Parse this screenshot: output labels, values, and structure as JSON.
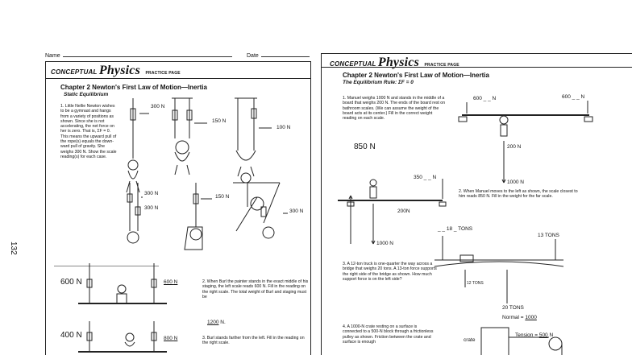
{
  "page_number": "132",
  "left": {
    "name_label": "Name",
    "date_label": "Date",
    "brand_conceptual": "CONCEPTUAL",
    "brand_physics": "Physics",
    "brand_practice": "PRACTICE PAGE",
    "chapter_title": "Chapter 2  Newton's First Law of Motion—Inertia",
    "subtitle": "Static Equilibrium",
    "q1_text": "1. Little Nellie Newton wishes to be a gymnast and hangs from a variety of positions as shown. Since she is not accelerating, the net force on her is zero. That is, ΣF = 0. This means the upward pull of the rope(s) equals the down-ward pull of gravity. She weighs 300 N. Show the scale reading(s) for each case.",
    "scale_300_a": "300",
    "scale_150_a": "150",
    "scale_100": "100",
    "scale_300_b": "300",
    "scale_300_c": "300",
    "scale_150_b": "150",
    "scale_300_d": "300",
    "unit_n": "N",
    "hand_600": "600 N",
    "hand_600_right": "600",
    "hand_400": "400 N",
    "hand_800": "800",
    "q2_text": "2. When Burl the painter stands in the exact middle of his staging, the left scale reads 600 N. Fill in the reading on the right scale. The total weight of Burl and staging must be",
    "q2_answer": "1200",
    "q2_answer_unit": "N.",
    "q3_text": "3. Burl stands farther from the left. Fill in the reading on the right scale."
  },
  "right": {
    "brand_conceptual": "CONCEPTUAL",
    "brand_physics": "Physics",
    "brand_practice": "PRACTICE PAGE",
    "chapter_title": "Chapter 2  Newton's First Law of Motion—Inertia",
    "subtitle": "The Equilibrium Rule: ΣF = 0",
    "q1_text": "1. Manuel weighs 1000 N and stands in the middle of a board that weighs 200 N. The ends of the board rest on bathroom scales. (We can assume the weight of the board acts at its center.) Fill in the correct weight reading on each scale.",
    "scale_600_a": "600",
    "scale_600_b": "600",
    "unit_n": "N",
    "hand_850": "850 N",
    "hand_200_a": "200 N",
    "hand_1000_a": "1000 N",
    "scale_350": "350",
    "hand_200_b": "200N",
    "hand_1000_b": "1000 N",
    "q2_text": "2. When Manuel moves to the left as shown, the scale closest to him reads 850 N. Fill in the weight for the far scale.",
    "tons_label": "_ _ 18 _ TONS",
    "tons_13": "13 TONS",
    "tons_12": "12 TONS",
    "tons_20": "20 TONS",
    "q3_text": "3. A 12-ton truck is one-quarter the way across a bridge that weighs 20 tons. A 13-ton force supports the right side of the bridge as shown. How much support force is on the left side?",
    "normal_label": "Normal",
    "normal_value": "1000",
    "tension_label": "Tension",
    "tension_value": "500",
    "crate_label": "crate",
    "q4_text": "4. A 1000-N crate resting on a surface is connected to a 500-N block through a frictionless pulley as shown. Friction between the crate and surface is enough"
  }
}
